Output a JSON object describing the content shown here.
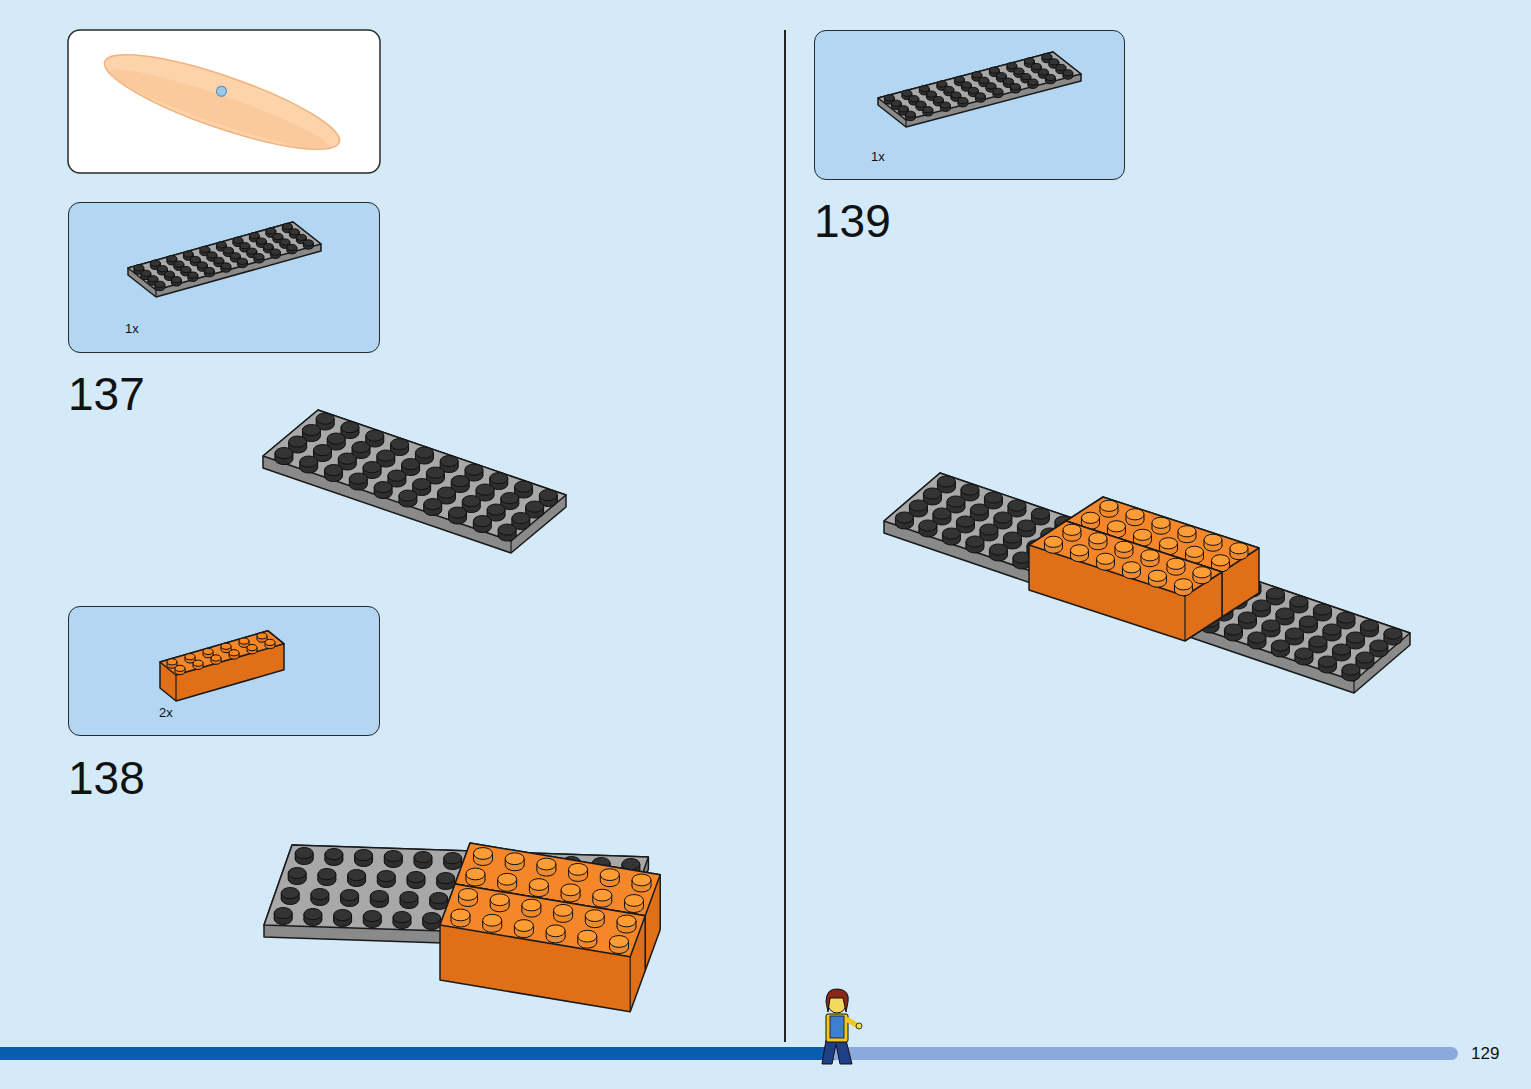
{
  "diagram": {
    "nodes": [
      {
        "text": [
          "1x"
        ]
      },
      {
        "text": [
          "2x"
        ]
      },
      {
        "text": [
          "1x"
        ]
      }
    ],
    "labels": [
      "137",
      "138",
      "139",
      "129"
    ]
  }
}
